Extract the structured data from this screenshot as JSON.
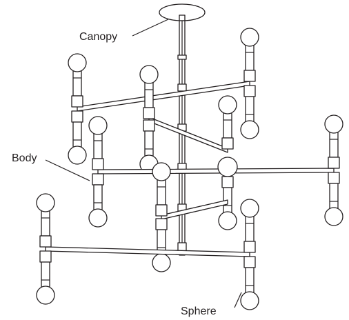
{
  "diagram": {
    "labels": {
      "canopy": "Canopy",
      "body": "Body",
      "sphere": "Sphere"
    },
    "colors": {
      "line": "#231f20",
      "background": "#ffffff"
    }
  }
}
